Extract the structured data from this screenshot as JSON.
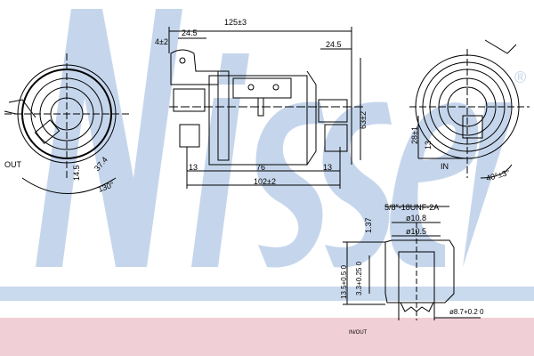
{
  "watermark": "Nissens",
  "registered": "®",
  "dims": {
    "overall": "125±3",
    "left_top": "24.5",
    "right_top": "24.5",
    "tol_42": "4±2",
    "height": "63±2",
    "d13a": "13",
    "d76": "76",
    "d13b": "13",
    "base": "102±2"
  },
  "left_view": {
    "out": "OUT",
    "d145": "14.5",
    "d374": "37.4",
    "angle": "130°"
  },
  "right_view": {
    "in": "IN",
    "h28": "28±1",
    "h13": "13",
    "angle": "40°±3°"
  },
  "fitting": {
    "thread": "5/8″-18UNF-2A",
    "d108": "ø10.8",
    "d105": "ø10.5",
    "h137": "1.37",
    "h33": "3.3+0.25 0",
    "h135": "13.5+0.5 0",
    "d87": "ø8.7+0.2 0"
  },
  "footer": {
    "label": "IN/OUT"
  },
  "colors": {
    "pink": "#f1cfd7",
    "blue": "#c9d9ee"
  }
}
